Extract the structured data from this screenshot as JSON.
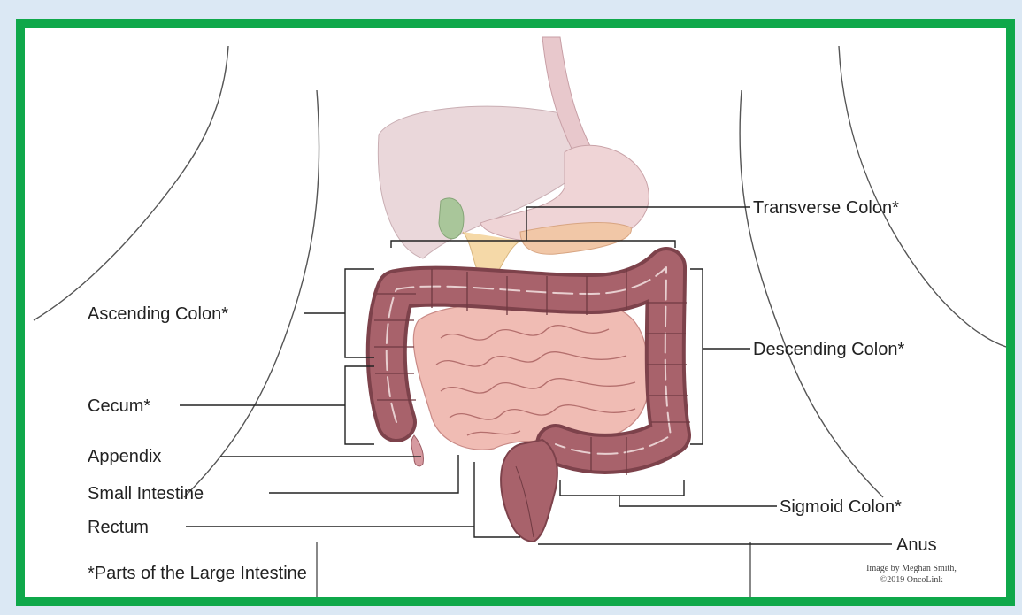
{
  "labels": {
    "transverse_colon": "Transverse Colon*",
    "ascending_colon": "Ascending Colon*",
    "descending_colon": "Descending Colon*",
    "cecum": "Cecum*",
    "appendix": "Appendix",
    "small_intestine": "Small Intestine",
    "rectum": "Rectum",
    "sigmoid_colon": "Sigmoid Colon*",
    "anus": "Anus"
  },
  "footnote": "*Parts of the Large Intestine",
  "credit": {
    "line1": "Image by Meghan Smith,",
    "line2": "©2019 OncoLink"
  },
  "colors": {
    "frame_border": "#0fa84a",
    "page_background": "#dbe8f4",
    "colon": "#9b5a62",
    "small_intestine": "#e7a9a3",
    "upper_organs": "#ead7da"
  }
}
